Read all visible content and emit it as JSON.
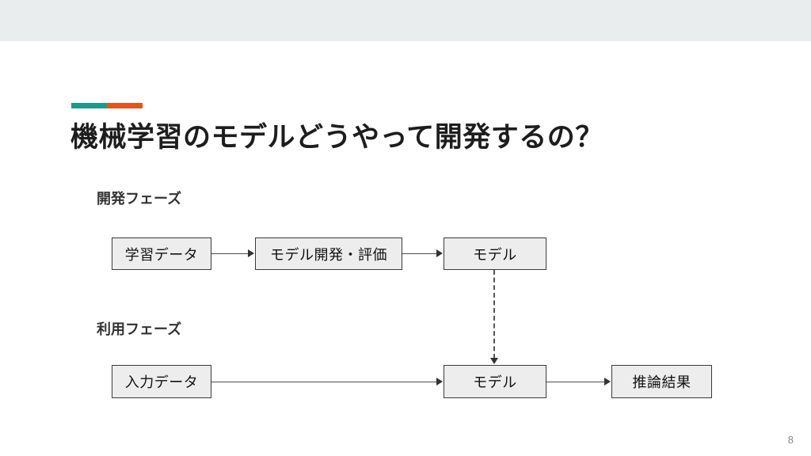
{
  "slide": {
    "title": "機械学習のモデルどうやって開発するの？",
    "page_number": "8",
    "accent_colors": {
      "left": "#1b9b8a",
      "right": "#e6531d"
    },
    "header_band_color": "#e9edee",
    "background_color": "#ffffff"
  },
  "diagram": {
    "node_fill": "#ededed",
    "node_border": "#3a3a3a",
    "connector_color": "#4d4d4d",
    "phases": [
      {
        "label": "開発フェーズ",
        "nodes": [
          {
            "label": "学習データ"
          },
          {
            "label": "モデル開発・評価"
          },
          {
            "label": "モデル"
          }
        ]
      },
      {
        "label": "利用フェーズ",
        "nodes": [
          {
            "label": "入力データ"
          },
          {
            "label": "モデル"
          },
          {
            "label": "推論結果"
          }
        ]
      }
    ],
    "connectors": [
      {
        "kind": "solid-arrow-right",
        "from": "学習データ",
        "to": "モデル開発・評価"
      },
      {
        "kind": "solid-arrow-right",
        "from": "モデル開発・評価",
        "to": "モデル"
      },
      {
        "kind": "dashed-arrow-down",
        "from": "モデル",
        "to": "モデル"
      },
      {
        "kind": "solid-arrow-right",
        "from": "入力データ",
        "to": "モデル"
      },
      {
        "kind": "solid-arrow-right",
        "from": "モデル",
        "to": "推論結果"
      }
    ]
  }
}
